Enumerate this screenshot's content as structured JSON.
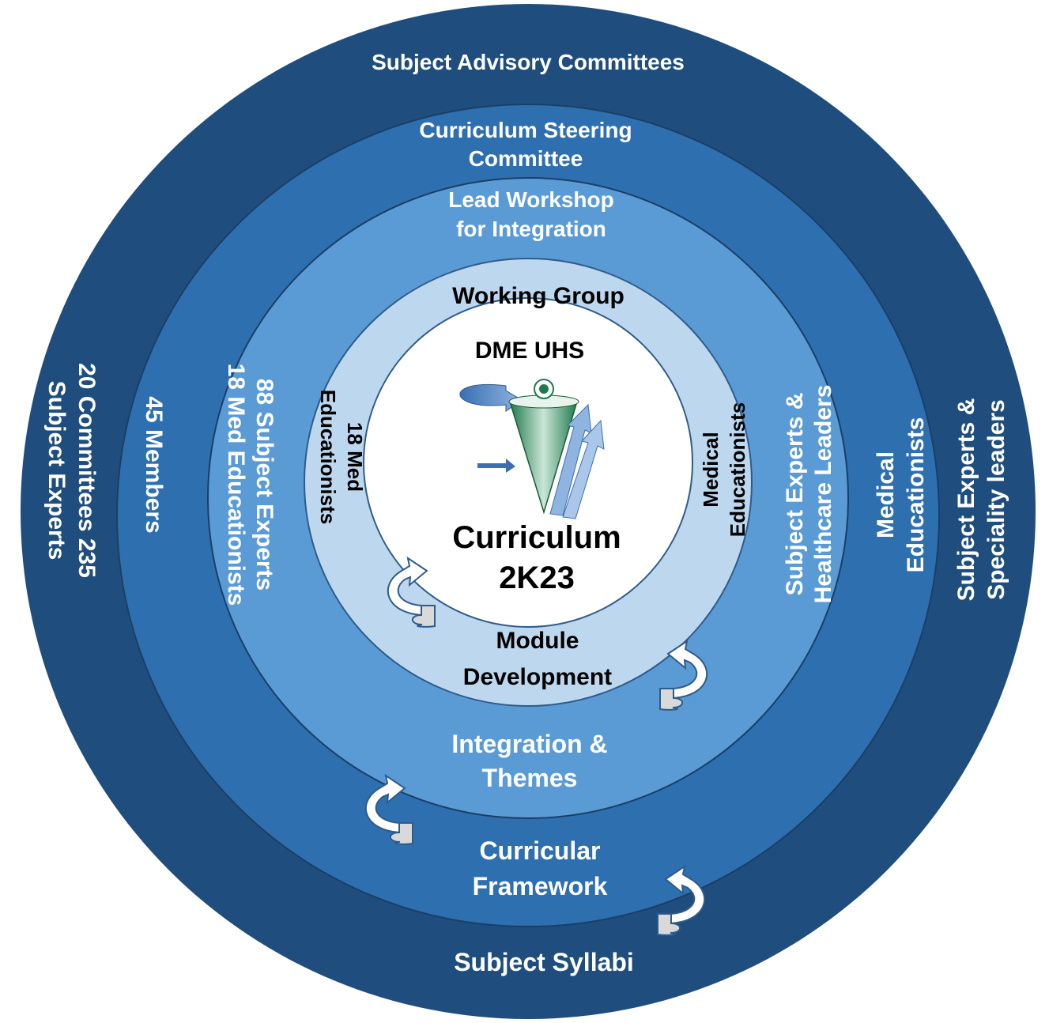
{
  "colors": {
    "ring1": "#1f4e7e",
    "ring2": "#2e6fb0",
    "ring3": "#5b9bd5",
    "ring4": "#bdd7ee",
    "center": "#ffffff",
    "light_text": "#ffffff",
    "dark_text": "#000000",
    "arrow_fill": "#d9d9d9",
    "arrow_stroke": "#2e5c8a"
  },
  "rings": {
    "outer": {
      "top_label": "Subject Advisory Committees",
      "bottom_label": "Subject Syllabi",
      "left_line1": "20 Committees 235",
      "left_line2": "Subject Experts",
      "right_line1": "Subject Experts &",
      "right_line2": "Speciality leaders"
    },
    "second": {
      "top_line1": "Curriculum Steering",
      "top_line2": "Committee",
      "bottom_line1": "Curricular",
      "bottom_line2": "Framework",
      "left_label": "45 Members",
      "right_line1": "Medical",
      "right_line2": "Educationists"
    },
    "third": {
      "top_line1": "Lead Workshop",
      "top_line2": "for Integration",
      "bottom_line1": "Integration &",
      "bottom_line2": "Themes",
      "left_line1": "88 Subject Experts",
      "left_line2": "18 Med Educationists",
      "right_line1": "Subject Experts &",
      "right_line2": "Healthcare Leaders"
    },
    "fourth": {
      "top_label": "Working Group",
      "bottom_line1": "Module",
      "bottom_line2": "Development",
      "left_line1": "18 Med",
      "left_line2": "Educationists",
      "right_line1": "Medical",
      "right_line2": "Educationists"
    },
    "center": {
      "top_label": "DME UHS",
      "title_line1": "Curriculum",
      "title_line2": "2K23"
    }
  },
  "icons": {
    "logo": "funnel-logo-icon",
    "arrows": "cycle-arrow-icon"
  }
}
